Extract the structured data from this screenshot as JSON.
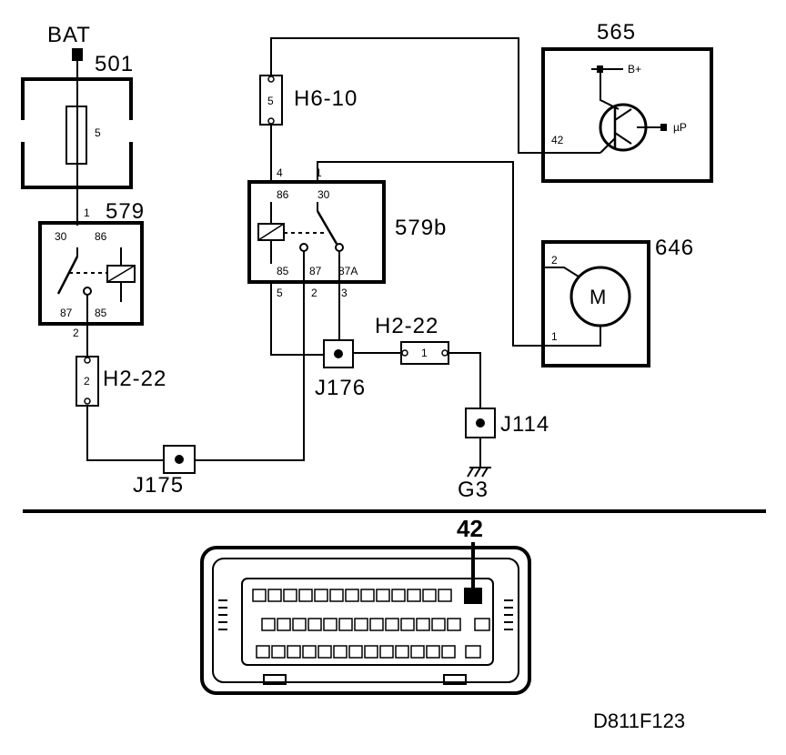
{
  "labels": {
    "bat": "BAT",
    "fuse_box": "501",
    "fuse_num": "5",
    "relay1": "579",
    "relay1_pin_top": "1",
    "relay1_pin_bottom": "2",
    "relay1_pin30": "30",
    "relay1_pin86": "86",
    "relay1_pin87": "87",
    "relay1_pin85": "85",
    "connector_left": "H2-22",
    "connector_left_pin": "2",
    "connector_top": "H6-10",
    "connector_top_pin": "5",
    "relay2": "579b",
    "relay2_pin4": "4",
    "relay2_pin1": "1",
    "relay2_pin5": "5",
    "relay2_pin2": "2",
    "relay2_pin3": "3",
    "relay2_pin86": "86",
    "relay2_pin30": "30",
    "relay2_pin85": "85",
    "relay2_pin87": "87",
    "relay2_pin87a": "87A",
    "connector_mid": "H2-22",
    "connector_mid_pin": "1",
    "ecu": "565",
    "ecu_pin": "42",
    "ecu_bplus": "B+",
    "ecu_up": "µP",
    "motor": "646",
    "motor_symbol": "M",
    "motor_pin2": "2",
    "motor_pin1": "1",
    "j175": "J175",
    "j176": "J176",
    "j114": "J114",
    "ground": "G3",
    "connector_pin_label": "42",
    "diagram_id": "D811F123"
  }
}
